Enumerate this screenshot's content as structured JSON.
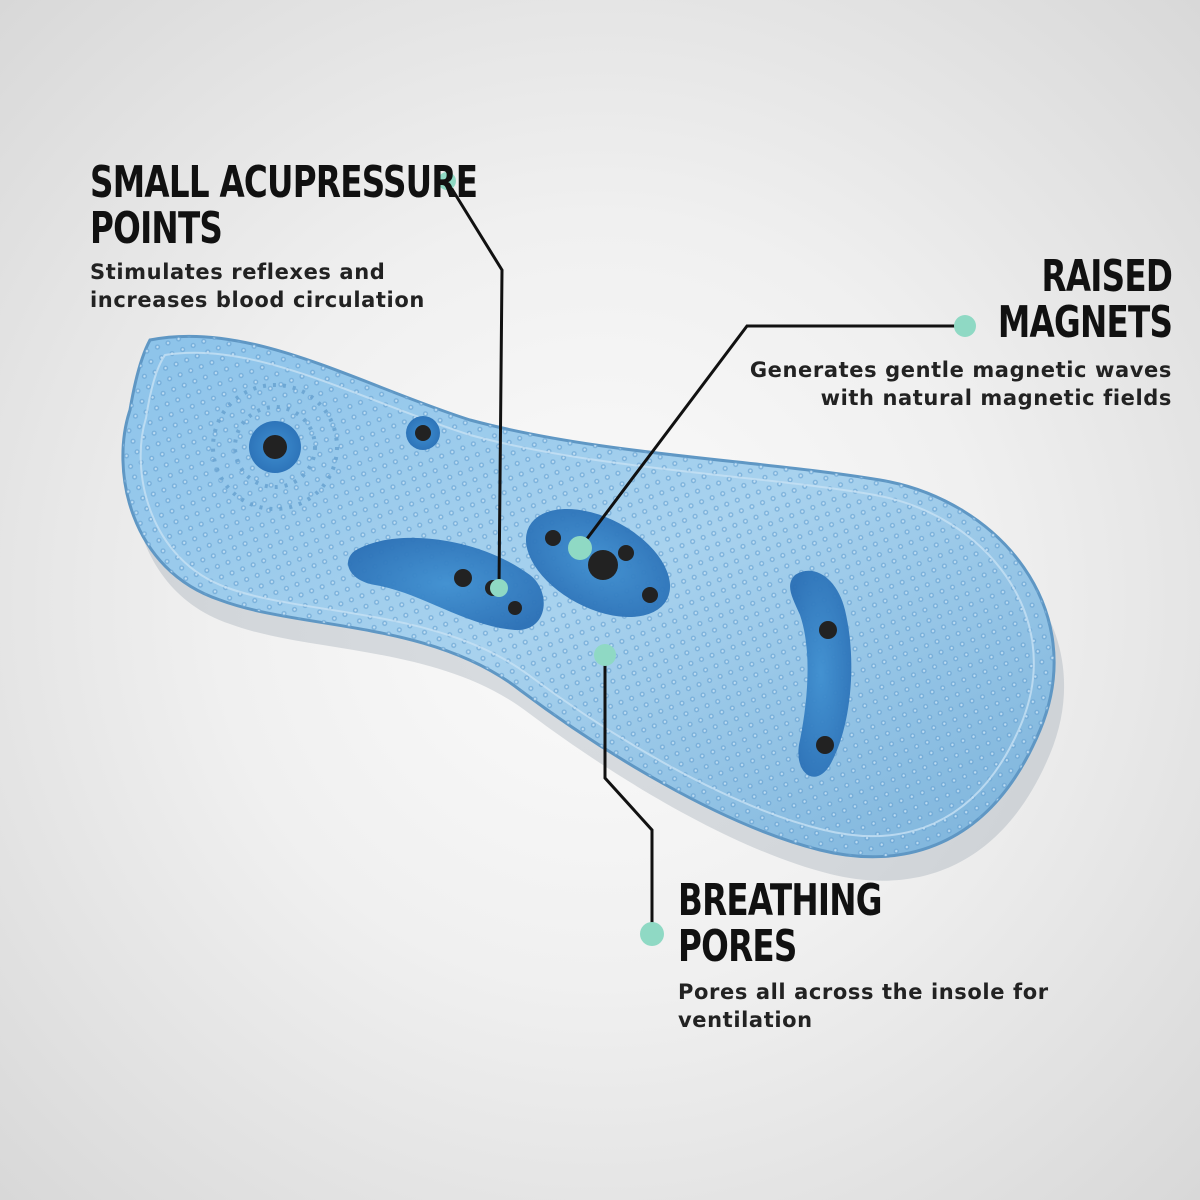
{
  "callouts": {
    "small_acupressure": {
      "title_line1": "SMALL ACUPRESSURE",
      "title_line2": "POINTS",
      "desc_line1": "Stimulates reflexes and",
      "desc_line2": "increases blood circulation"
    },
    "raised_magnets": {
      "title_line1": "RAISED",
      "title_line2": "MAGNETS",
      "desc_line1": "Generates gentle magnetic waves",
      "desc_line2": "with natural magnetic fields"
    },
    "breathing_pores": {
      "title_line1": "BREATHING",
      "title_line2": "PORES",
      "desc_line1": "Pores all across the insole for",
      "desc_line2": "ventilation"
    }
  },
  "colors": {
    "accent_dot": "#8fd9c4",
    "insole_blue": "#7fb7de",
    "magnet": "#222222",
    "leader_line": "#111111"
  }
}
